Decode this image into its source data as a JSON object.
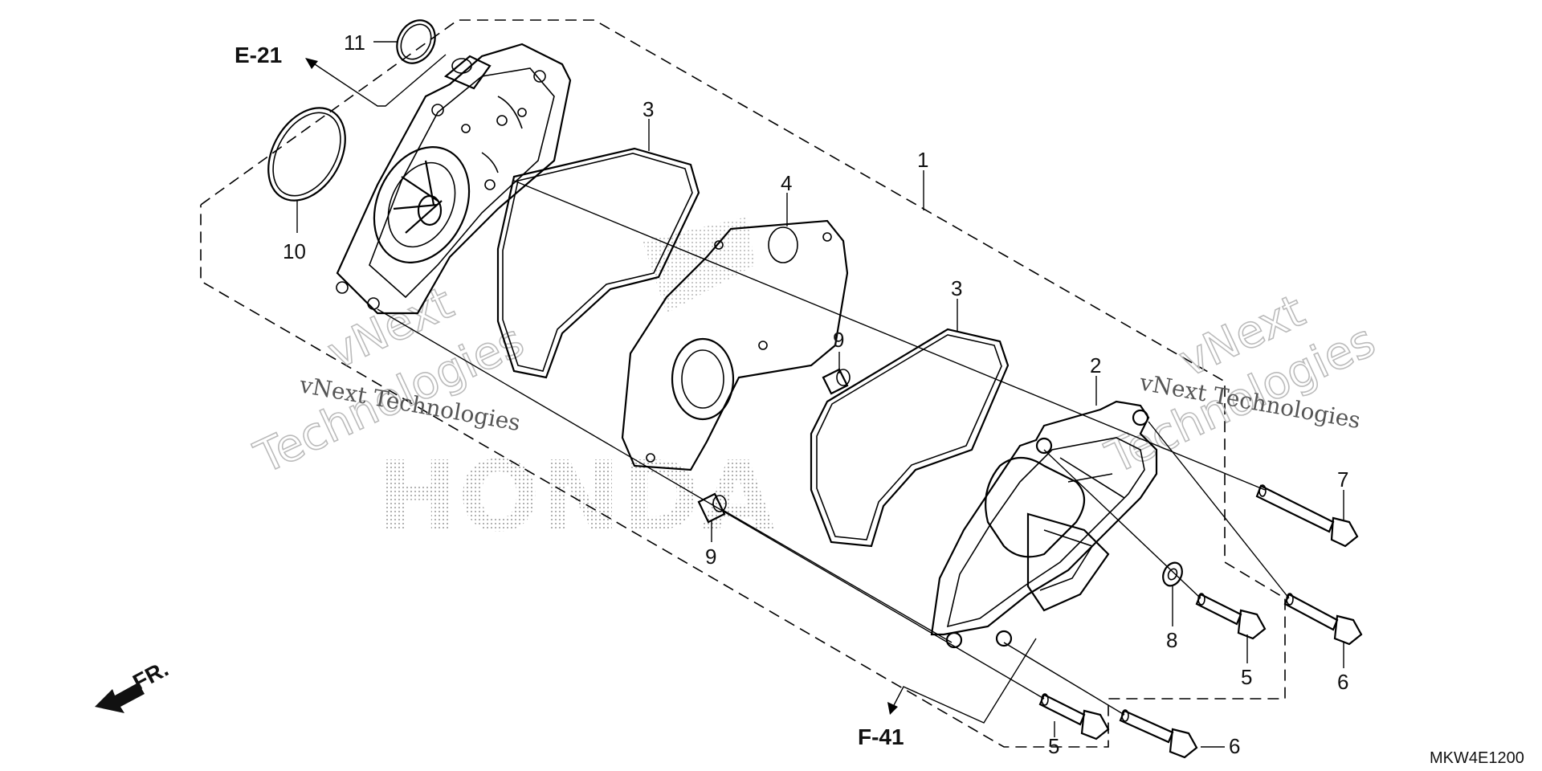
{
  "callouts": [
    {
      "num": "11"
    },
    {
      "num": "10"
    },
    {
      "num": "3"
    },
    {
      "num": "4"
    },
    {
      "num": "1"
    },
    {
      "num": "3"
    },
    {
      "num": "9"
    },
    {
      "num": "9"
    },
    {
      "num": "2"
    },
    {
      "num": "7"
    },
    {
      "num": "8"
    },
    {
      "num": "5"
    },
    {
      "num": "6"
    },
    {
      "num": "5"
    },
    {
      "num": "6"
    }
  ],
  "references": {
    "e21": "E-21",
    "f41": "F-41",
    "front": "FR."
  },
  "diagram_code": "MKW4E1200",
  "watermarks": {
    "left_small": "vNext Technologies",
    "left_big_1": "vNext",
    "left_big_2": "Technologies",
    "right_small": "vNext Technologies",
    "right_big_1": "vNext",
    "right_big_2": "Technologies",
    "brand": "HONDA"
  }
}
